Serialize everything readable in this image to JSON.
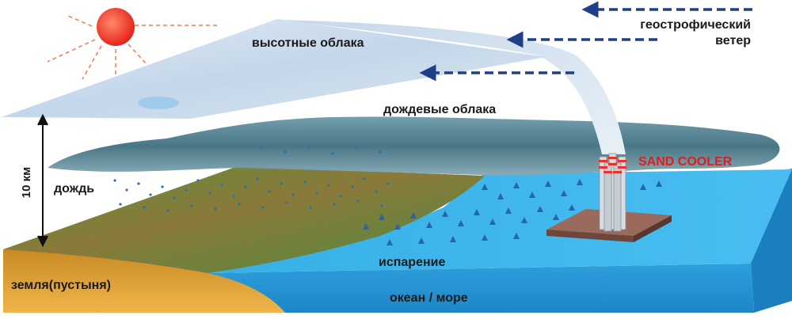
{
  "labels": {
    "high_clouds": "высотные облака",
    "rain_clouds": "дождевые облака",
    "wind_line1": "геострофический",
    "wind_line2": "ветер",
    "rain": "дождь",
    "height": "10 км",
    "sand_cooler": "SAND COOLER",
    "evaporation": "испарение",
    "land": "земля(пустыня)",
    "ocean": "океан / море"
  },
  "icons": {
    "sun": "sun-icon",
    "wind": "dashed-arrow-left-icon",
    "rain": "rain-dots",
    "evaporation": "upward-arrows",
    "tower": "cooling-tower"
  },
  "colors": {
    "sun": "#f5372a",
    "sun_rays": "#f07a55",
    "wind_arrows": "#1f3f8a",
    "ocean_top": "#2aa7e0",
    "ocean_side": "#1f8fd0",
    "land_side": "#e7a93c",
    "land_top": "#7b8e3d",
    "rain_clouds": "#4d7d8f",
    "high_clouds": "#c9d9ea",
    "sand_cooler_text": "#e21b1b"
  }
}
